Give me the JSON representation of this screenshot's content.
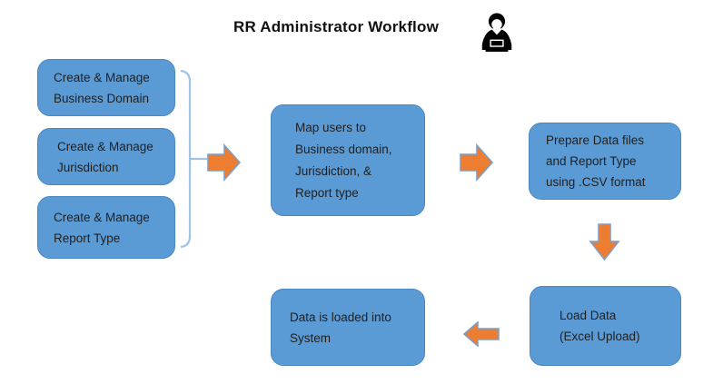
{
  "title": "RR Administrator Workflow",
  "title_icon": "admin-user-laptop-icon",
  "colors": {
    "box_fill": "#5B9BD5",
    "box_border": "#4A86C2",
    "arrow_fill": "#ED7D31",
    "arrow_border": "#7D9EC9",
    "bracket": "#9DC3E6",
    "text": "#1F1F1F"
  },
  "boxes": {
    "create_business_domain": {
      "lines": [
        "Create & Manage",
        "Business Domain"
      ]
    },
    "create_jurisdiction": {
      "lines": [
        "Create & Manage",
        "Jurisdiction"
      ]
    },
    "create_report_type": {
      "lines": [
        "Create & Manage",
        "Report Type"
      ]
    },
    "map_users": {
      "lines": [
        "Map users to",
        "Business domain,",
        "Jurisdiction, &",
        "Report type"
      ]
    },
    "prepare_data": {
      "lines": [
        "Prepare Data files",
        "and Report Type",
        "using .CSV format"
      ]
    },
    "load_data": {
      "lines": [
        "Load Data",
        "(Excel Upload)"
      ]
    },
    "data_loaded": {
      "lines": [
        "Data is loaded into",
        "System"
      ]
    }
  },
  "arrows": [
    {
      "name": "arrow-bracket-to-map",
      "direction": "right"
    },
    {
      "name": "arrow-map-to-prepare",
      "direction": "right"
    },
    {
      "name": "arrow-prepare-to-load",
      "direction": "down"
    },
    {
      "name": "arrow-load-to-loaded",
      "direction": "left"
    }
  ]
}
